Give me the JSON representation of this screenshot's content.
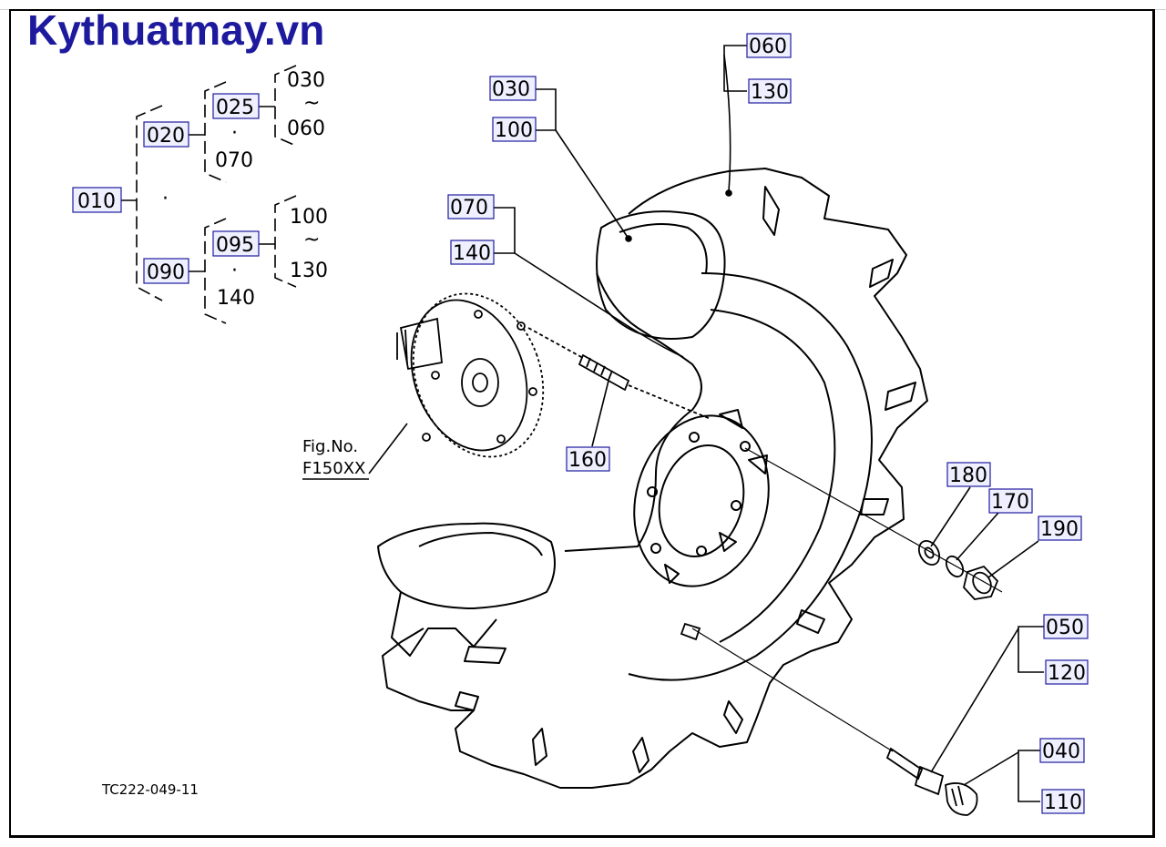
{
  "header": {
    "brand": "Kythuatmay.vn"
  },
  "callouts": {
    "c010": "010",
    "c020": "020",
    "c025": "025",
    "c030a": "030",
    "tilde1": "~",
    "c060a": "060",
    "dot1": "·",
    "c070a": "070",
    "dotmid": "·",
    "c090": "090",
    "c095": "095",
    "c100a": "100",
    "tilde2": "~",
    "c130a": "130",
    "dot2": "·",
    "c140a": "140",
    "c060": "060",
    "c130": "130",
    "c030": "030",
    "c100": "100",
    "c070": "070",
    "c140": "140",
    "c160": "160",
    "c180": "180",
    "c170": "170",
    "c190": "190",
    "c050": "050",
    "c120": "120",
    "c040": "040",
    "c110": "110"
  },
  "figref": {
    "line1": "Fig.No.",
    "line2": "F150XX"
  },
  "drawing_code": "TC222-049-11",
  "colors": {
    "brand": "#1e1a9e",
    "callout_box": "#1e1a9e",
    "callout_fill": "#eef0ff"
  }
}
